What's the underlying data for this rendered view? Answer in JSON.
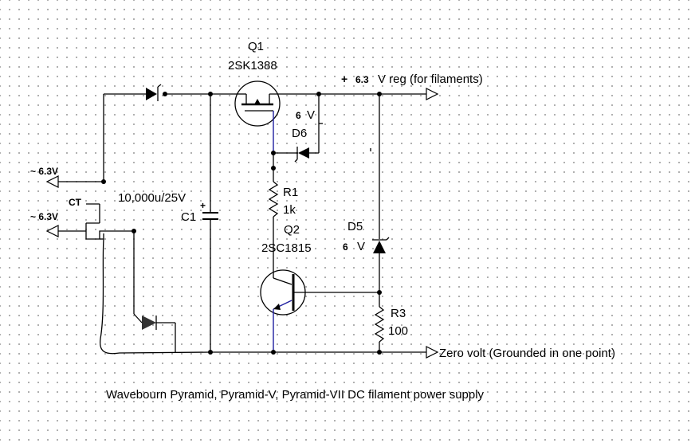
{
  "title": "Wavebourn Pyramid, Pyramid-V, Pyramid-VII DC filament power supply",
  "components": {
    "q1": {
      "ref": "Q1",
      "part": "2SK1388"
    },
    "q2": {
      "ref": "Q2",
      "part": "2SC1815"
    },
    "c1": {
      "ref": "C1",
      "value": "10,000u/25V",
      "polarity": "+"
    },
    "r1": {
      "ref": "R1",
      "value": "1k"
    },
    "r3": {
      "ref": "R3",
      "value": "100"
    },
    "d6": {
      "ref": "D6",
      "volt_num": "6",
      "volt_unit": "V"
    },
    "d5": {
      "ref": "D5",
      "volt_num": "6",
      "volt_unit": "V"
    }
  },
  "ports": {
    "out_plus": "+",
    "out_num": "6.3",
    "out_text": "V reg (for filaments)",
    "zero": "Zero volt (Grounded in one point)",
    "ac1": "~ 6.3V",
    "ac2": "~ 6.3V",
    "ct": "CT"
  }
}
